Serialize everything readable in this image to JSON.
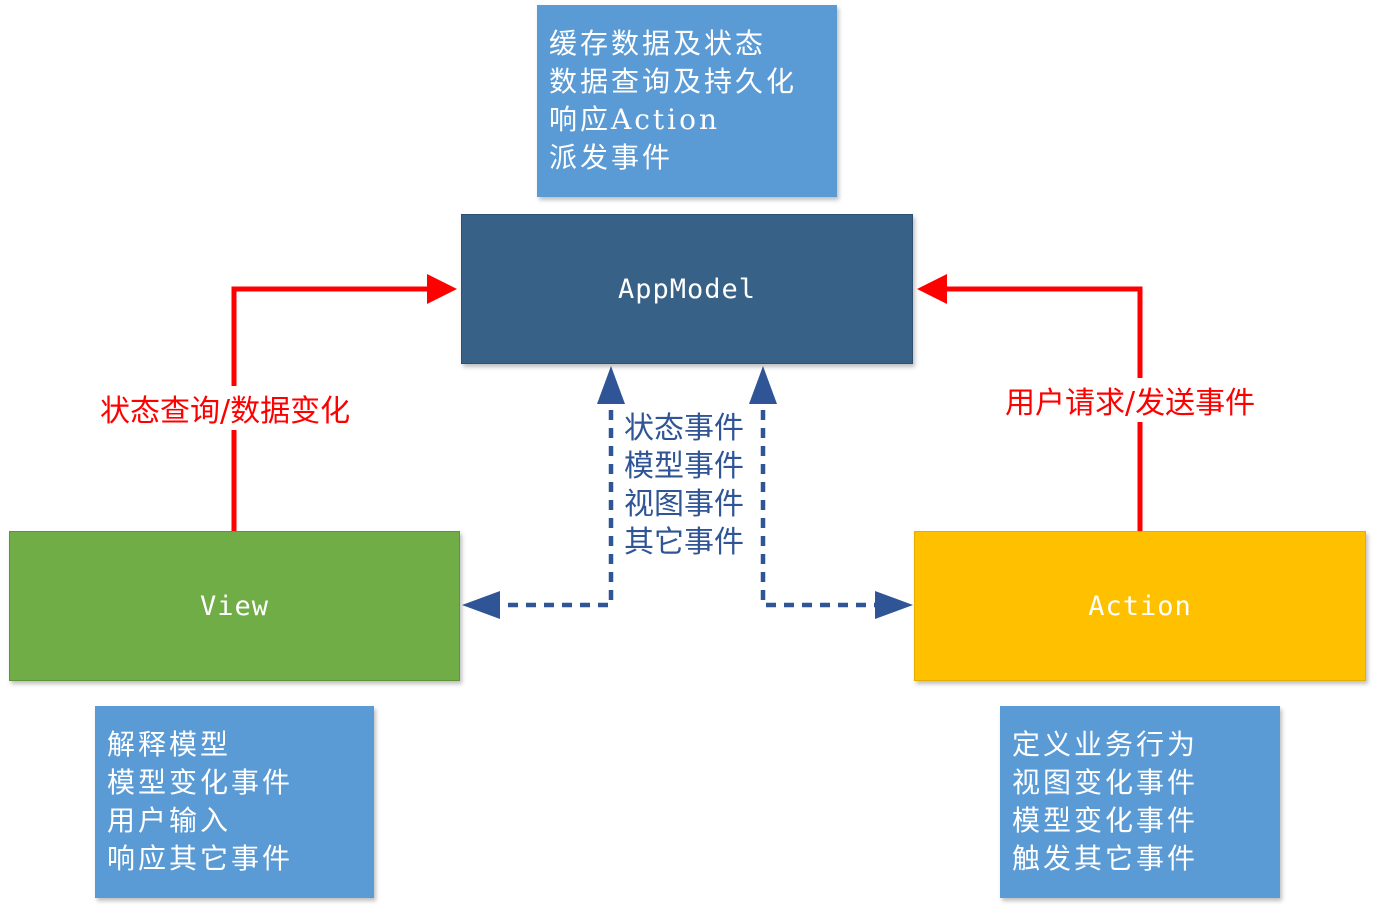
{
  "nodes": {
    "appmodel": "AppModel",
    "view": "View",
    "action": "Action"
  },
  "notes": {
    "model": [
      "缓存数据及状态",
      "数据查询及持久化",
      "响应Action",
      "派发事件"
    ],
    "view": [
      "解释模型",
      "模型变化事件",
      "用户输入",
      "响应其它事件"
    ],
    "action": [
      "定义业务行为",
      "视图变化事件",
      "模型变化事件",
      "触发其它事件"
    ]
  },
  "edges": {
    "view_to_model": "状态查询/数据变化",
    "action_to_model": "用户请求/发送事件",
    "events": [
      "状态事件",
      "模型事件",
      "视图事件",
      "其它事件"
    ]
  },
  "colors": {
    "appmodel": "#376186",
    "view": "#70ad47",
    "action": "#ffc000",
    "note": "#5b9bd5",
    "red_arrow": "#ff0000",
    "dashed_arrow": "#2f5597"
  }
}
